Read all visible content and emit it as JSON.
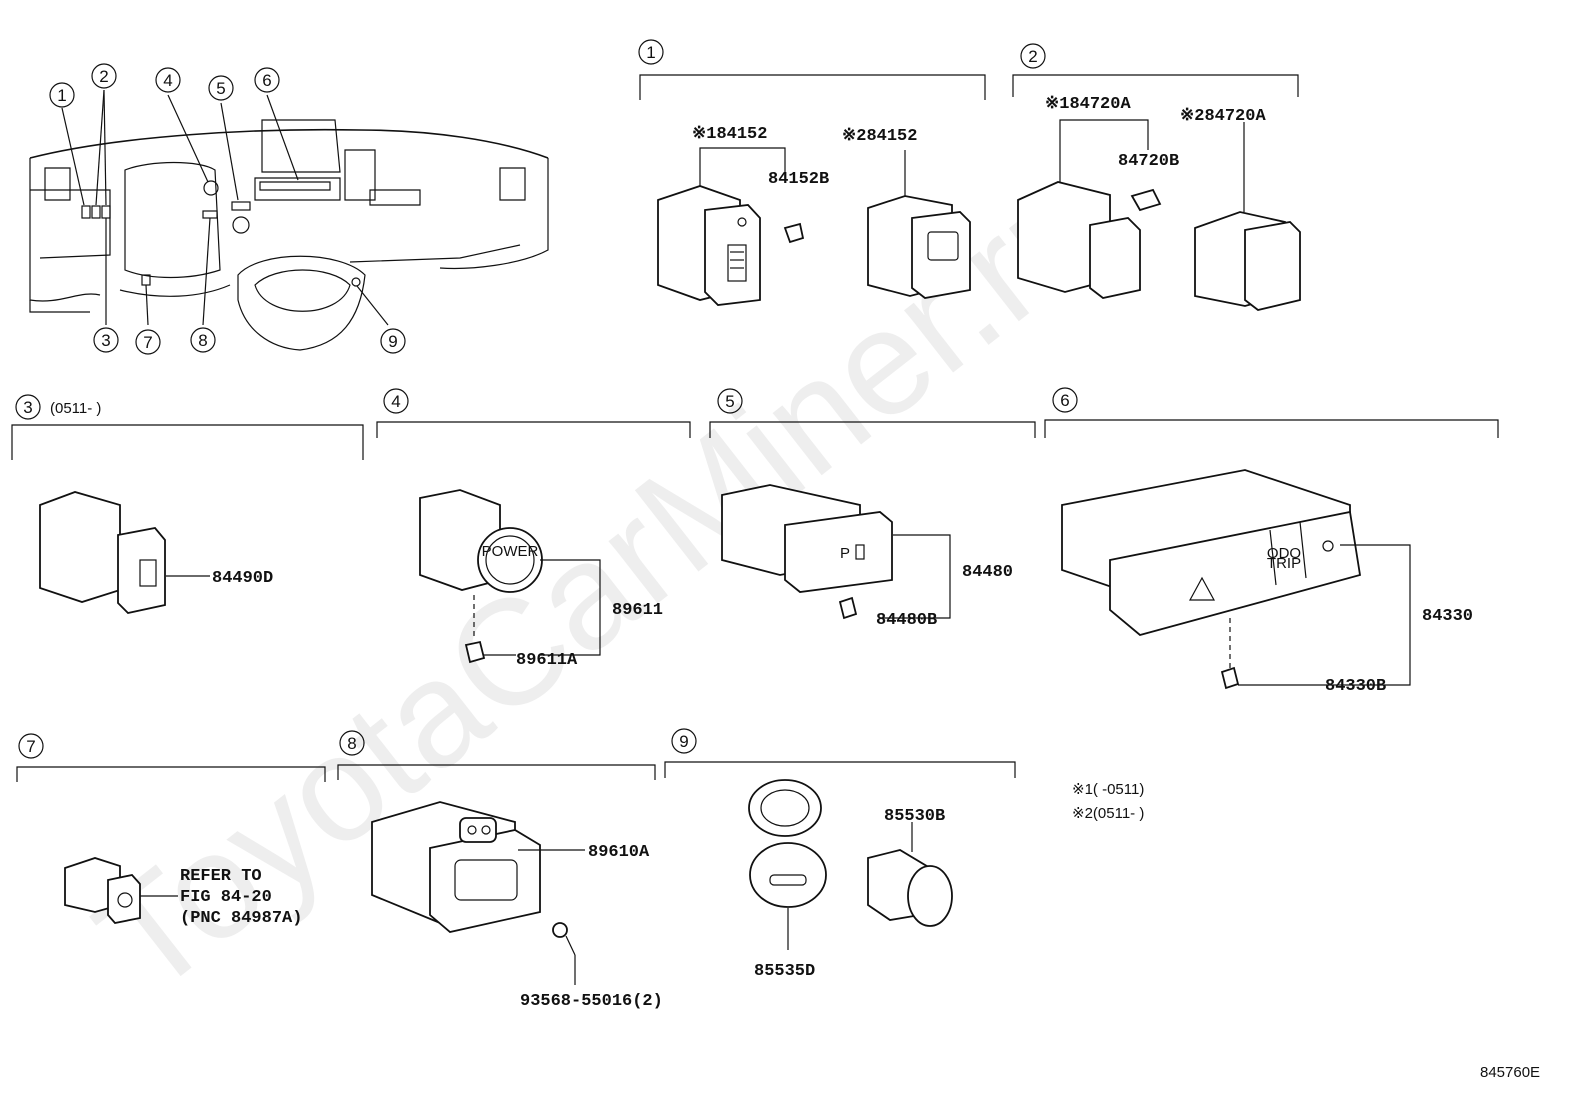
{
  "watermark": "ToyotaCarMiner.ru",
  "overview": {
    "callouts": [
      "1",
      "2",
      "3",
      "4",
      "5",
      "6",
      "7",
      "8",
      "9"
    ]
  },
  "sections": {
    "s1": {
      "num": "1",
      "parts": {
        "a": "※184152",
        "b": "84152B",
        "c": "※284152"
      }
    },
    "s2": {
      "num": "2",
      "parts": {
        "a": "※184720A",
        "b": "84720B",
        "c": "※284720A"
      }
    },
    "s3": {
      "num": "3",
      "date": "(0511-   )",
      "parts": {
        "a": "84490D"
      }
    },
    "s4": {
      "num": "4",
      "parts": {
        "a": "89611",
        "b": "89611A"
      }
    },
    "s5": {
      "num": "5",
      "parts": {
        "a": "84480",
        "b": "84480B"
      }
    },
    "s6": {
      "num": "6",
      "parts": {
        "a": "84330",
        "b": "84330B"
      }
    },
    "s7": {
      "num": "7",
      "ref": [
        "REFER TO",
        "FIG 84-20",
        "(PNC 84987A)"
      ]
    },
    "s8": {
      "num": "8",
      "parts": {
        "a": "89610A",
        "b": "93568-55016(2)"
      }
    },
    "s9": {
      "num": "9",
      "parts": {
        "a": "85530B",
        "b": "85535D"
      }
    }
  },
  "notes": [
    "※1(    -0511)",
    "※2(0511-    )"
  ],
  "figure_id": "845760E",
  "switch_labels": {
    "power": "POWER",
    "odo": "ODO",
    "trip": "TRIP",
    "p": "P"
  }
}
